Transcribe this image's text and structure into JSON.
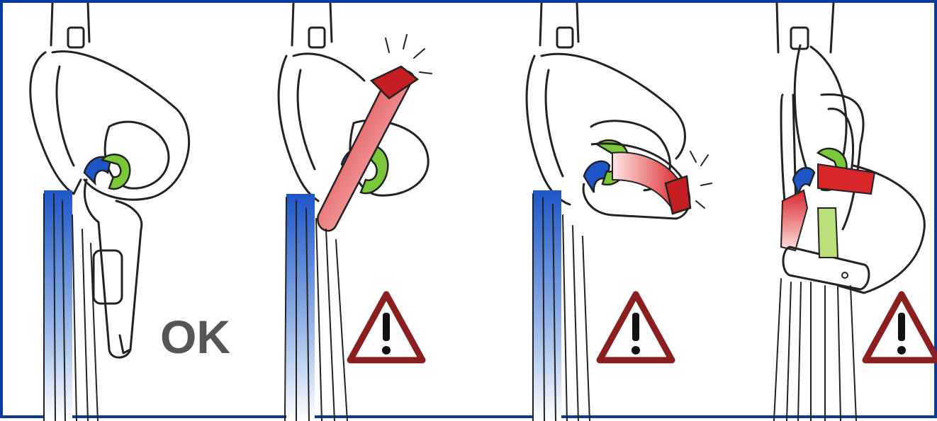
{
  "panels": [
    {
      "id": "panel-1",
      "status": "ok",
      "label": "OK"
    },
    {
      "id": "panel-2",
      "status": "warning",
      "icon": "warning-triangle-icon"
    },
    {
      "id": "panel-3",
      "status": "warning",
      "icon": "warning-triangle-icon"
    },
    {
      "id": "panel-4",
      "status": "warning",
      "icon": "warning-triangle-icon"
    }
  ],
  "colors": {
    "border": "#0a3a9c",
    "rope_blue": "#1e56c8",
    "rope_green": "#7ac83a",
    "danger_red": "#d8262a",
    "warning_red": "#8b1f1f",
    "ok_text": "#555555"
  }
}
